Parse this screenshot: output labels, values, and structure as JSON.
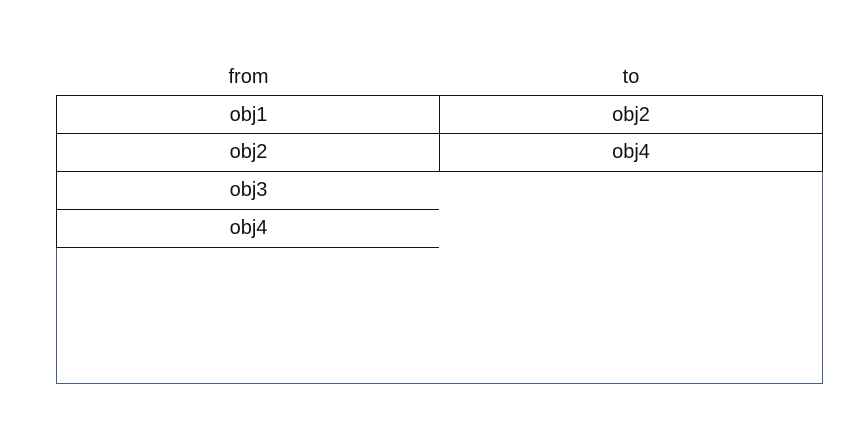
{
  "columns": {
    "from": {
      "header": "from",
      "items": [
        "obj1",
        "obj2",
        "obj3",
        "obj4"
      ]
    },
    "to": {
      "header": "to",
      "items": [
        "obj2",
        "obj4"
      ]
    }
  },
  "colors": {
    "panel_border": "#3f5f8f",
    "cell_border": "#111111",
    "text": "#111111",
    "background": "#ffffff"
  }
}
